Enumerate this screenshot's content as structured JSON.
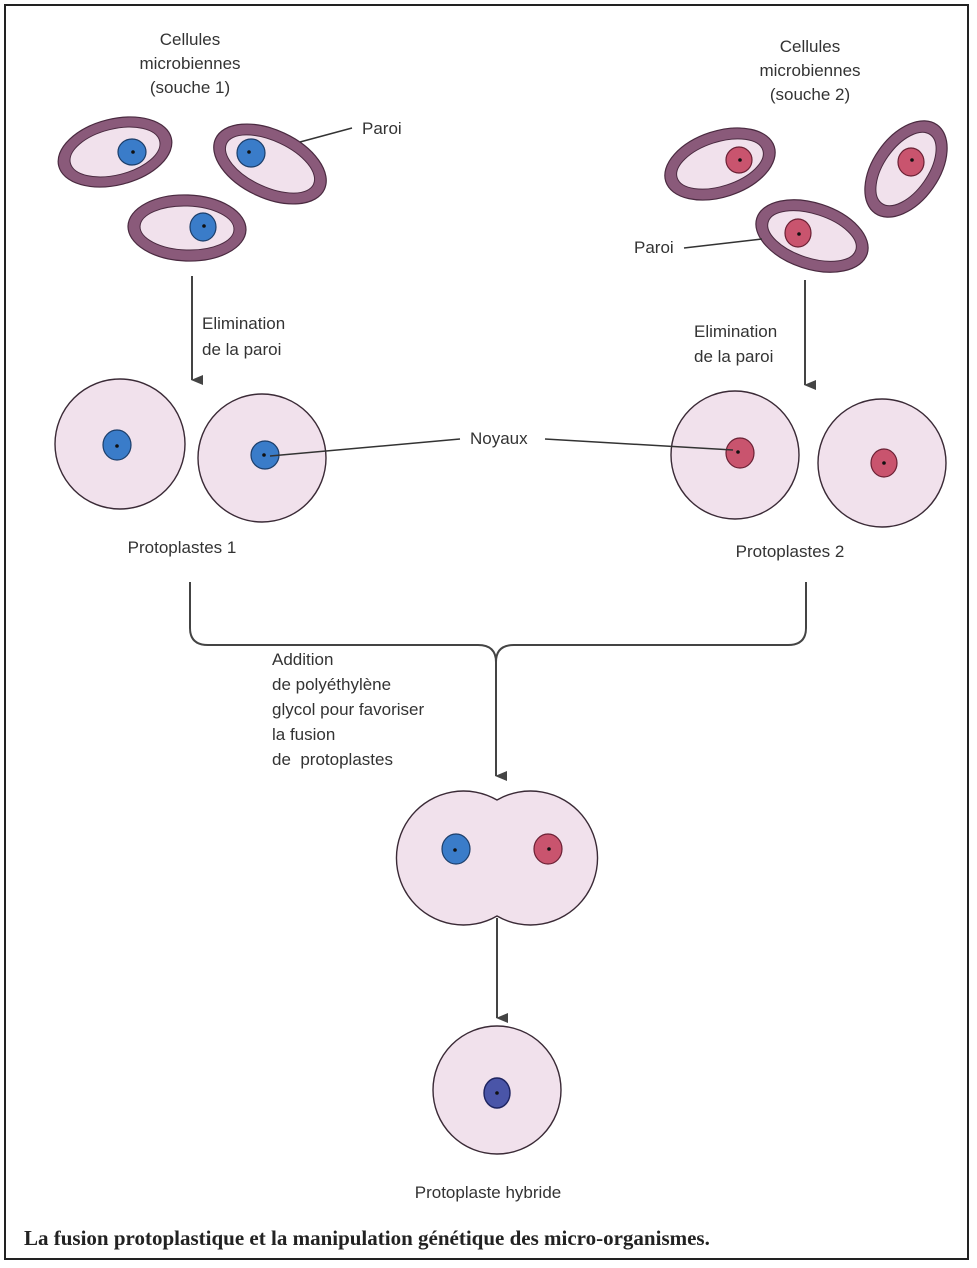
{
  "strain1": {
    "label_lines": [
      "Cellules",
      "microbiennes",
      "(souche 1)"
    ],
    "wall_label": "Paroi",
    "elimination_lines": [
      "Elimination",
      "de la paroi"
    ],
    "protoplasts_label": "Protoplastes 1"
  },
  "strain2": {
    "label_lines": [
      "Cellules",
      "microbiennes",
      "(souche 2)"
    ],
    "wall_label": "Paroi",
    "elimination_lines": [
      "Elimination",
      "de la paroi"
    ],
    "protoplasts_label": "Protoplastes 2"
  },
  "nuclei_label": "Noyaux",
  "fusion_text_lines": [
    "Addition",
    "de polyéthylène",
    "glycol pour favoriser",
    "la fusion",
    "de  protoplastes"
  ],
  "hybrid_label": "Protoplaste hybride",
  "caption": "La fusion protoplastique et la manipulation génétique des micro-organismes.",
  "colors": {
    "wall": "#8a5a7a",
    "cytoplasm": "#f1e1ec",
    "nucleus_strain1": "#3a7cc9",
    "nucleus_strain2": "#c9546e",
    "nucleus_hybrid": "#4a55a8"
  }
}
